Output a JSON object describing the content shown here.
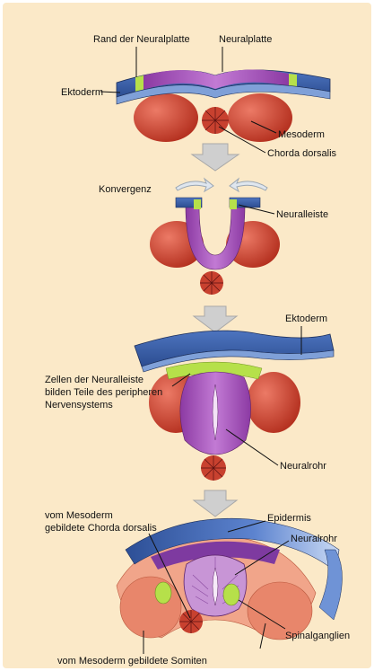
{
  "colors": {
    "background": "#fbe9c8",
    "ectoderm": "#3a5fa8",
    "ectoderm_light": "#7fa0d8",
    "neural": "#a451b8",
    "neural_light": "#cf8fdc",
    "crest": "#b6e04a",
    "mesoderm": "#d2402f",
    "somite": "#e7816a",
    "arrow": "#c9c9c9"
  },
  "labels": {
    "rand_neuralplatte": "Rand der Neuralplatte",
    "neuralplatte": "Neuralplatte",
    "ektoderm_1": "Ektoderm",
    "mesoderm": "Mesoderm",
    "chorda_dorsalis": "Chorda dorsalis",
    "konvergenz": "Konvergenz",
    "neuralleiste": "Neuralleiste",
    "ektoderm_3": "Ektoderm",
    "zellen_line1": "Zellen der Neuralleiste",
    "zellen_line2": "bilden Teile des peripheren",
    "zellen_line3": "Nervensystems",
    "neuralrohr_3": "Neuralrohr",
    "vom_mesoderm_line1": "vom Mesoderm",
    "vom_mesoderm_line2": "gebildete Chorda dorsalis",
    "epidermis": "Epidermis",
    "neuralrohr_4": "Neuralrohr",
    "spinalganglien": "Spinalganglien",
    "somiten": "vom Mesoderm gebildete Somiten"
  }
}
